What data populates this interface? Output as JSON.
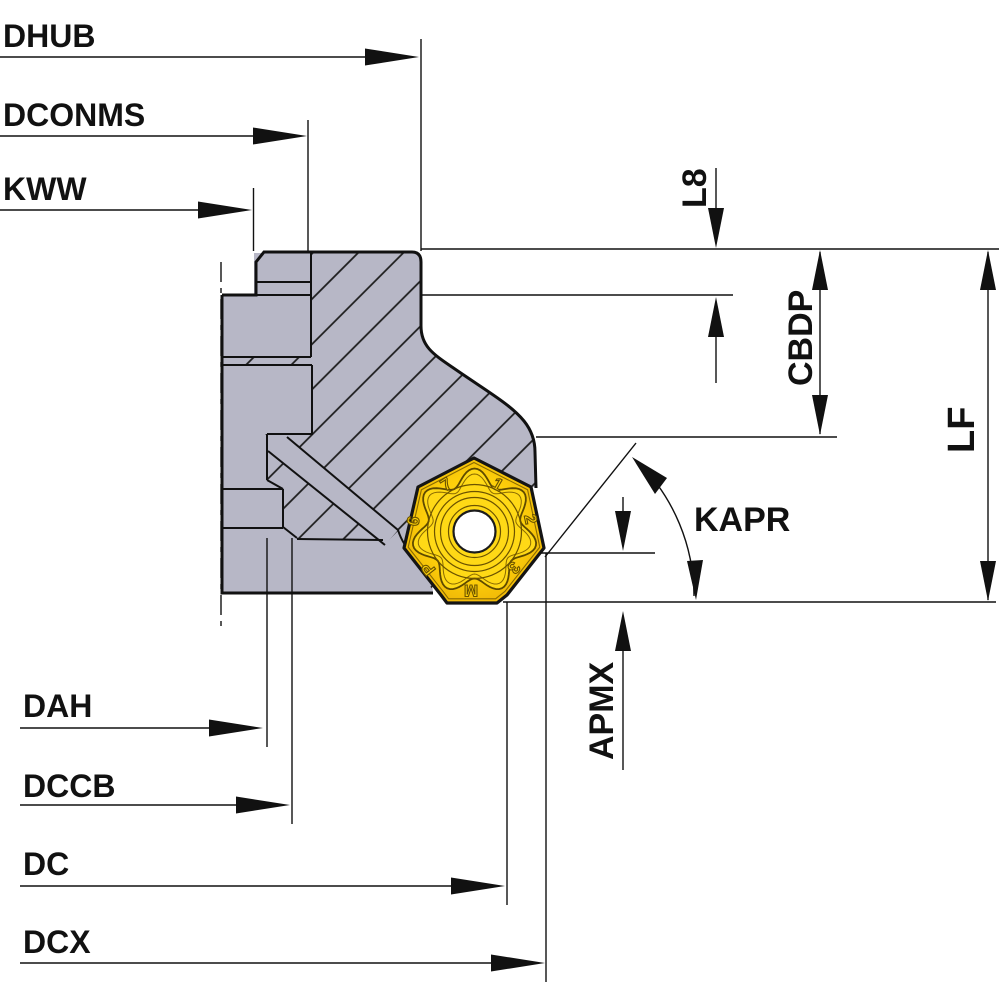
{
  "drawing": {
    "title": "milling-cutter-dimension-diagram",
    "labels": {
      "dhub": "DHUB",
      "dconms": "DCONMS",
      "kww": "KWW",
      "l8": "L8",
      "cbdp": "CBDP",
      "lf": "LF",
      "kapr": "KAPR",
      "apmx": "APMX",
      "dah": "DAH",
      "dccb": "DCCB",
      "dc": "DC",
      "dcx": "DCX"
    },
    "insert": {
      "markings": [
        "7",
        "1",
        "6",
        "2",
        "P",
        "3",
        "M"
      ]
    },
    "colors": {
      "body_gray": "#b7b7c6",
      "line_black": "#111111",
      "insert_yellow": "#fdd106",
      "insert_rim": "#edb007",
      "insert_dark": "#6b5200",
      "hole_white": "#ffffff"
    }
  }
}
